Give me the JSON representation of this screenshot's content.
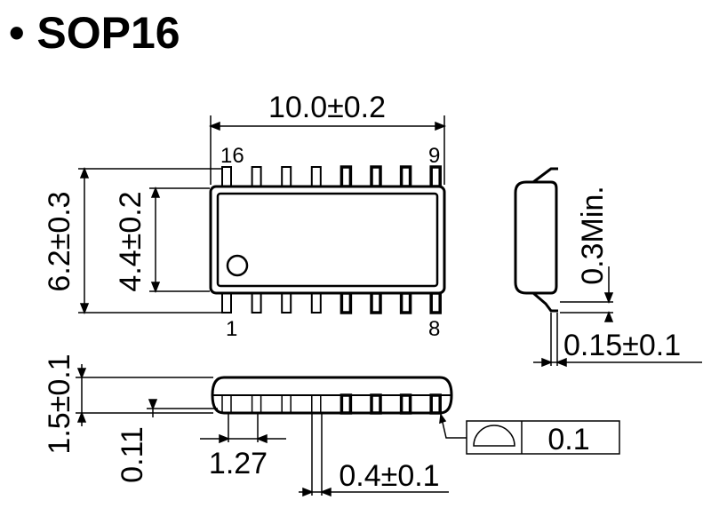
{
  "title": "• SOP16",
  "dimensions": {
    "length": "10.0±0.2",
    "total_width": "6.2±0.3",
    "body_width": "4.4±0.2",
    "lead_min": "0.3Min.",
    "lead_thickness": "0.15±0.1",
    "height": "1.5±0.1",
    "standoff": "0.11",
    "pitch": "1.27",
    "lead_width": "0.4±0.1",
    "coplanarity": "0.1"
  },
  "pins": {
    "top_left": "16",
    "top_right": "9",
    "bottom_left": "1",
    "bottom_right": "8"
  },
  "colors": {
    "line": "#000000",
    "background": "#ffffff"
  }
}
